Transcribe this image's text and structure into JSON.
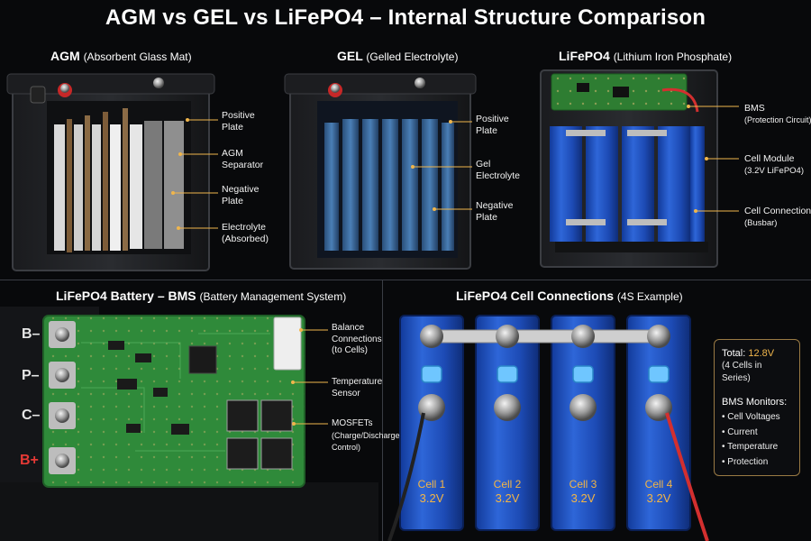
{
  "title": "AGM vs GEL vs LiFePO4 – Internal Structure Comparison",
  "panels": {
    "agm": {
      "title": "AGM",
      "subtitle": "(Absorbent Glass Mat)",
      "labels": [
        {
          "line1": "Positive",
          "line2": "Plate"
        },
        {
          "line1": "AGM",
          "line2": "Separator"
        },
        {
          "line1": "Negative",
          "line2": "Plate"
        },
        {
          "line1": "Electrolyte",
          "line2": "(Absorbed)"
        }
      ]
    },
    "gel": {
      "title": "GEL",
      "subtitle": "(Gelled Electrolyte)",
      "labels": [
        {
          "line1": "Positive",
          "line2": "Plate"
        },
        {
          "line1": "Gel",
          "line2": "Electrolyte"
        },
        {
          "line1": "Negative",
          "line2": "Plate"
        }
      ]
    },
    "lifepo4": {
      "title": "LiFePO4",
      "subtitle": "(Lithium Iron Phosphate)",
      "labels": [
        {
          "line1": "BMS",
          "line2": "(Protection Circuit)"
        },
        {
          "line1": "Cell Module",
          "line2": "(3.2V LiFePO4)"
        },
        {
          "line1": "Cell Connection",
          "line2": "(Busbar)"
        }
      ]
    },
    "bms": {
      "title": "LiFePO4 Battery – BMS",
      "subtitle": "(Battery Management System)",
      "terminals": [
        "B–",
        "P–",
        "C–",
        "B+"
      ],
      "labels": [
        {
          "line1": "Balance",
          "line2": "Connections",
          "line3": "(to Cells)"
        },
        {
          "line1": "Temperature",
          "line2": "Sensor",
          "line3": ""
        },
        {
          "line1": "MOSFETs",
          "line2": "(Charge/Discharge",
          "line3": "Control)"
        }
      ]
    },
    "cells": {
      "title": "LiFePO4 Cell Connections",
      "subtitle": "(4S Example)",
      "cells": [
        {
          "name": "Cell 1",
          "voltage": "3.2V"
        },
        {
          "name": "Cell 2",
          "voltage": "3.2V"
        },
        {
          "name": "Cell 3",
          "voltage": "3.2V"
        },
        {
          "name": "Cell 4",
          "voltage": "3.2V"
        }
      ],
      "info": {
        "total_label": "Total:",
        "total_value": "12.8V",
        "total_note": "(4 Cells in Series)",
        "monitors_title": "BMS Monitors:",
        "monitors": [
          "Cell Voltages",
          "Current",
          "Temperature",
          "Protection"
        ]
      }
    }
  },
  "colors": {
    "accent_gold": "#f0b64c",
    "cell_blue": "#1f4fb8",
    "pcb_green": "#2f8a3a",
    "wire_red": "#d32f2f"
  }
}
